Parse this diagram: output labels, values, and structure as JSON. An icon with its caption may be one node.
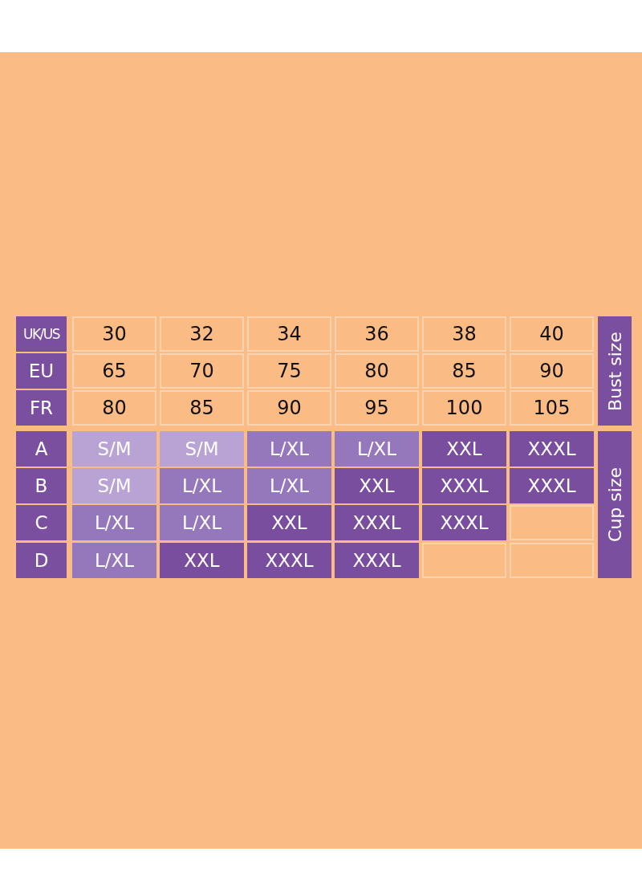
{
  "diagram": {
    "labels": [
      "UK/US",
      "30",
      "32",
      "34",
      "36",
      "38",
      "40",
      "Bust size",
      "EU",
      "65",
      "70",
      "75",
      "80",
      "85",
      "90",
      "FR",
      "80",
      "85",
      "90",
      "95",
      "100",
      "105",
      "A",
      "S/M",
      "S/M",
      "L/XL",
      "L/XL",
      "XXL",
      "XXXL",
      "Cup size",
      "B",
      "S/M",
      "L/XL",
      "L/XL",
      "XXL",
      "XXXL",
      "XXXL",
      "C",
      "L/XL",
      "L/XL",
      "XXL",
      "XXXL",
      "XXXL",
      "D",
      "L/XL",
      "XXL",
      "XXXL",
      "XXXL"
    ]
  }
}
